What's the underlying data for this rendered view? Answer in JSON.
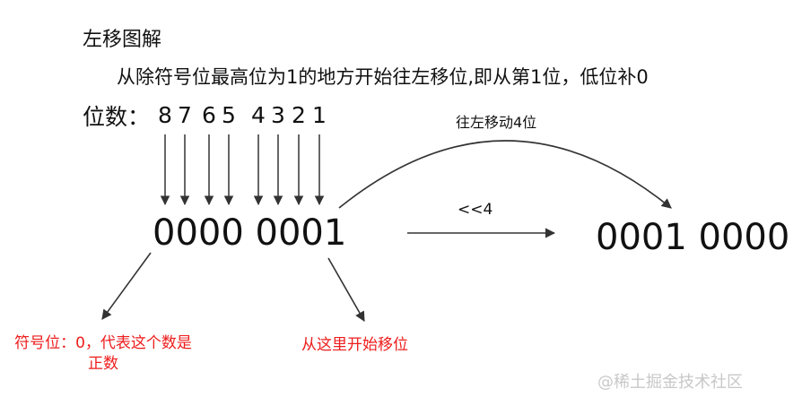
{
  "title": "左移图解",
  "description": "从除符号位最高位为1的地方开始往左移位,即从第1位，低位补0",
  "digits_label": "位数：",
  "digit_positions": [
    "8",
    "7",
    "6",
    "5",
    "4",
    "3",
    "2",
    "1"
  ],
  "binary_before": "0000 0001",
  "binary_after": "0001 0000",
  "shift_operator": "<<4",
  "curve_label": "往左移动4位",
  "sign_bit_note": "符号位：0，代表这个数是正数",
  "shift_start_note": "从这里开始移位",
  "watermark": "@稀土掘金技术社区",
  "colors": {
    "annotation": "#ee1c1c",
    "text": "#111111",
    "watermark": "#c8c8c8"
  }
}
